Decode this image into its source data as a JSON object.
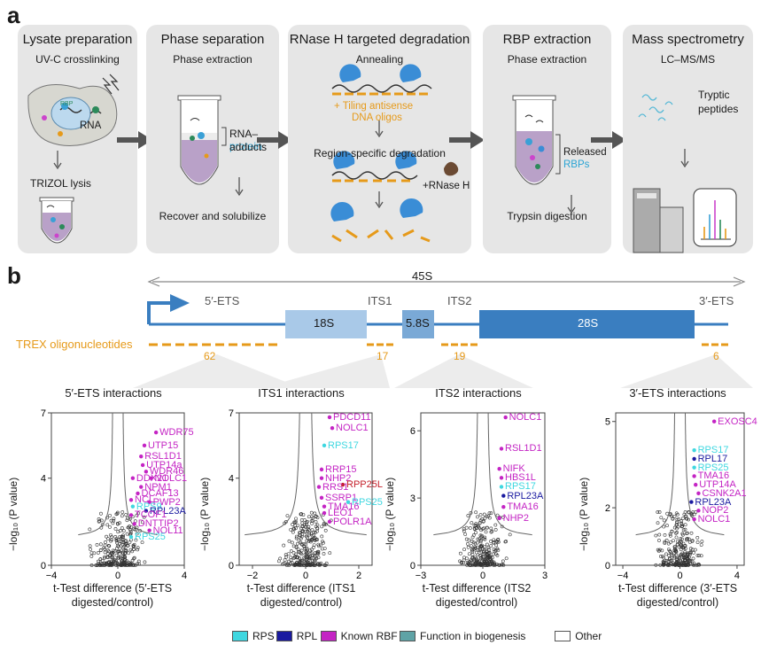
{
  "panel_a": {
    "letter": "a",
    "stages": [
      {
        "title": "Lysate preparation",
        "subtitle": "UV-C crosslinking",
        "notes": [
          "RBP",
          "RNA",
          "TRIZOL lysis"
        ]
      },
      {
        "title": "Phase separation",
        "subtitle": "Phase extraction",
        "notes": [
          "RNA–",
          "protein",
          "adducts",
          "Recover and solubilize"
        ]
      },
      {
        "title": "RNase H targeted degradation",
        "subtitle": "Annealing",
        "notes": [
          "+ Tiling antisense",
          "DNA oligos",
          "Region-specific degradation",
          "+RNase H"
        ]
      },
      {
        "title": "RBP extraction",
        "subtitle": "Phase extraction",
        "notes": [
          "Released",
          "RBPs",
          "Trypsin digestion"
        ]
      },
      {
        "title": "Mass spectrometry",
        "subtitle": "LC–MS/MS",
        "notes": [
          "Tryptic",
          "peptides"
        ]
      }
    ]
  },
  "panel_b": {
    "letter": "b",
    "span_label": "45S",
    "regions": {
      "ets5": "5′-ETS",
      "its1": "ITS1",
      "its2": "ITS2",
      "ets3": "3′-ETS",
      "s18": "18S",
      "s58": "5.8S",
      "s28": "28S"
    },
    "oligo_label": "TREX oligonucleotides",
    "oligo_counts": {
      "ets5": "62",
      "its1": "17",
      "its2": "19",
      "ets3": "6"
    }
  },
  "y_axis_label": "−log₁₀ (P value)",
  "legend": [
    {
      "label": "RPS",
      "color": "#3fd7e0"
    },
    {
      "label": "RPL",
      "color": "#1a1aa0"
    },
    {
      "label": "Known RBF",
      "color": "#c424c4"
    },
    {
      "label": "Function in biogenesis",
      "color": "#5fa3a6"
    },
    {
      "label": "Other",
      "color": "#ffffff"
    }
  ],
  "chart_data": [
    {
      "type": "scatter",
      "title": "5′-ETS interactions",
      "xlabel": "t-Test difference (5′-ETS digested/control)",
      "ylabel": "−log10 (P value)",
      "xlim": [
        -4,
        4
      ],
      "ylim": [
        0,
        7
      ],
      "xticks": [
        "−4",
        "0",
        "4"
      ],
      "yticks": [
        "0",
        "4",
        "7"
      ],
      "labeled_points": [
        {
          "name": "WDR75",
          "x": 2.3,
          "y": 6.1,
          "cls": "rbf"
        },
        {
          "name": "UTP15",
          "x": 1.6,
          "y": 5.5,
          "cls": "rbf"
        },
        {
          "name": "RSL1D1",
          "x": 1.4,
          "y": 5.0,
          "cls": "rbf"
        },
        {
          "name": "UTP14a",
          "x": 1.5,
          "y": 4.6,
          "cls": "rbf"
        },
        {
          "name": "WDR46",
          "x": 1.7,
          "y": 4.3,
          "cls": "rbf"
        },
        {
          "name": "DDX21",
          "x": 0.9,
          "y": 4.0,
          "cls": "rbf"
        },
        {
          "name": "NOLC1",
          "x": 2.0,
          "y": 4.0,
          "cls": "rbf"
        },
        {
          "name": "NPM1",
          "x": 1.4,
          "y": 3.6,
          "cls": "rbf"
        },
        {
          "name": "DCAF13",
          "x": 1.2,
          "y": 3.3,
          "cls": "rbf"
        },
        {
          "name": "NCL",
          "x": 0.8,
          "y": 3.0,
          "cls": "rbf"
        },
        {
          "name": "PWP2",
          "x": 1.9,
          "y": 2.9,
          "cls": "rbf"
        },
        {
          "name": "RPS9",
          "x": 0.9,
          "y": 2.7,
          "cls": "rps"
        },
        {
          "name": "RPL23A",
          "x": 1.7,
          "y": 2.5,
          "cls": "rpl"
        },
        {
          "name": "TCOF1",
          "x": 0.8,
          "y": 2.3,
          "cls": "rbf"
        },
        {
          "name": "DNTTIP2",
          "x": 1.0,
          "y": 1.9,
          "cls": "rbf"
        },
        {
          "name": "NOL11",
          "x": 1.9,
          "y": 1.6,
          "cls": "rbf"
        },
        {
          "name": "RPS25",
          "x": 0.8,
          "y": 1.3,
          "cls": "rps"
        }
      ]
    },
    {
      "type": "scatter",
      "title": "ITS1 interactions",
      "xlabel": "t-Test difference (ITS1 digested/control)",
      "ylabel": "−log10 (P value)",
      "xlim": [
        -2.5,
        2.5
      ],
      "ylim": [
        0,
        7
      ],
      "xticks": [
        "−2",
        "0",
        "2"
      ],
      "yticks": [
        "0",
        "4",
        "7"
      ],
      "labeled_points": [
        {
          "name": "PDCD11",
          "x": 0.9,
          "y": 6.8,
          "cls": "rbf"
        },
        {
          "name": "NOLC1",
          "x": 1.0,
          "y": 6.3,
          "cls": "rbf"
        },
        {
          "name": "RPS17",
          "x": 0.7,
          "y": 5.5,
          "cls": "rps"
        },
        {
          "name": "RRP15",
          "x": 0.6,
          "y": 4.4,
          "cls": "rbf"
        },
        {
          "name": "NHP2",
          "x": 0.6,
          "y": 4.0,
          "cls": "rbf"
        },
        {
          "name": "RPP25L",
          "x": 1.4,
          "y": 3.7,
          "cls": "other_red"
        },
        {
          "name": "RRS1",
          "x": 0.5,
          "y": 3.6,
          "cls": "rbf"
        },
        {
          "name": "SSRP1",
          "x": 0.6,
          "y": 3.1,
          "cls": "rbf"
        },
        {
          "name": "RPS25",
          "x": 1.6,
          "y": 2.9,
          "cls": "rps"
        },
        {
          "name": "TMA16",
          "x": 0.7,
          "y": 2.7,
          "cls": "rbf"
        },
        {
          "name": "LEO1",
          "x": 0.7,
          "y": 2.4,
          "cls": "rbf"
        },
        {
          "name": "POLR1A",
          "x": 0.9,
          "y": 2.0,
          "cls": "rbf"
        }
      ]
    },
    {
      "type": "scatter",
      "title": "ITS2 interactions",
      "xlabel": "t-Test difference (ITS2 digested/control)",
      "ylabel": "−log10 (P value)",
      "xlim": [
        -3,
        3
      ],
      "ylim": [
        0,
        6.8
      ],
      "xticks": [
        "−3",
        "0",
        "3"
      ],
      "yticks": [
        "0",
        "3",
        "6"
      ],
      "labeled_points": [
        {
          "name": "NOLC1",
          "x": 1.1,
          "y": 6.6,
          "cls": "rbf"
        },
        {
          "name": "RSL1D1",
          "x": 0.9,
          "y": 5.2,
          "cls": "rbf"
        },
        {
          "name": "NIFK",
          "x": 0.8,
          "y": 4.3,
          "cls": "rbf"
        },
        {
          "name": "HBS1L",
          "x": 0.9,
          "y": 3.9,
          "cls": "rbf"
        },
        {
          "name": "RPS17",
          "x": 0.9,
          "y": 3.5,
          "cls": "rps"
        },
        {
          "name": "RPL23A",
          "x": 1.0,
          "y": 3.1,
          "cls": "rpl"
        },
        {
          "name": "TMA16",
          "x": 1.0,
          "y": 2.6,
          "cls": "rbf"
        },
        {
          "name": "NHP2",
          "x": 0.8,
          "y": 2.1,
          "cls": "rbf"
        }
      ]
    },
    {
      "type": "scatter",
      "title": "3′-ETS interactions",
      "xlabel": "t-Test difference (3′-ETS digested/control)",
      "ylabel": "−log10 (P value)",
      "xlim": [
        -4.5,
        4.5
      ],
      "ylim": [
        0,
        5.3
      ],
      "xticks": [
        "−4",
        "0",
        "4"
      ],
      "yticks": [
        "0",
        "2",
        "5"
      ],
      "labeled_points": [
        {
          "name": "EXOSC4",
          "x": 2.4,
          "y": 5.0,
          "cls": "rbf"
        },
        {
          "name": "RPS17",
          "x": 1.0,
          "y": 4.0,
          "cls": "rps"
        },
        {
          "name": "RPL17",
          "x": 1.0,
          "y": 3.7,
          "cls": "rpl"
        },
        {
          "name": "RPS25",
          "x": 1.0,
          "y": 3.4,
          "cls": "rps"
        },
        {
          "name": "TMA16",
          "x": 1.0,
          "y": 3.1,
          "cls": "rbf"
        },
        {
          "name": "UTP14A",
          "x": 1.1,
          "y": 2.8,
          "cls": "rbf"
        },
        {
          "name": "CSNK2A1",
          "x": 1.3,
          "y": 2.5,
          "cls": "rbf"
        },
        {
          "name": "RPL23A",
          "x": 0.8,
          "y": 2.2,
          "cls": "rpl"
        },
        {
          "name": "NOP2",
          "x": 1.3,
          "y": 1.9,
          "cls": "rbf"
        },
        {
          "name": "NOLC1",
          "x": 1.0,
          "y": 1.6,
          "cls": "rbf"
        }
      ]
    }
  ]
}
